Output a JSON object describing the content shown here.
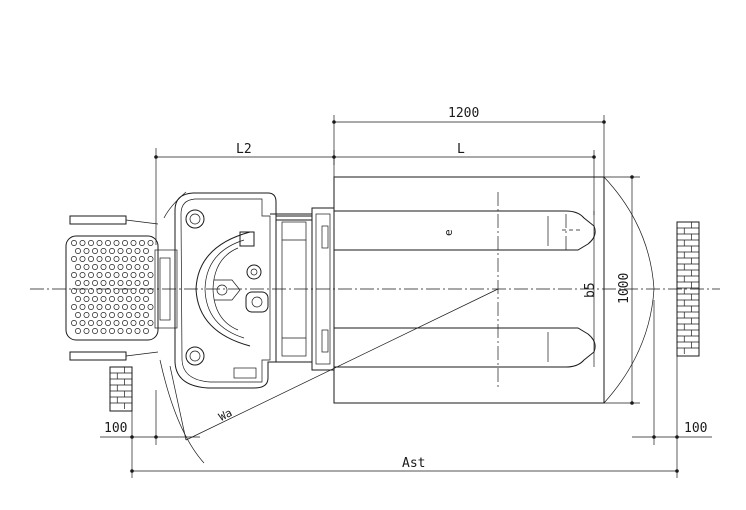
{
  "dimensions": {
    "overall_width": "1200",
    "chassis_length": "L2",
    "fork_length": "L",
    "fork_spread": "b5",
    "aisle_width": "1000",
    "fork_thickness": "e",
    "turning_radius": "Wa",
    "right_clearance": "100",
    "left_clearance": "100",
    "aisle_stacking": "Ast"
  }
}
